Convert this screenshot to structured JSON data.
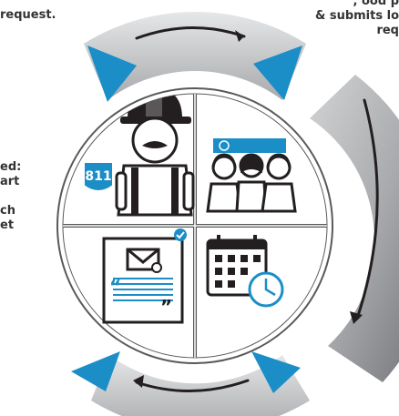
{
  "text": {
    "top_left": "request.",
    "top_right": [
      ", ood p",
      "& submits lo",
      "req"
    ],
    "left": [
      "ed:",
      "art",
      "",
      "ch",
      "et"
    ]
  },
  "badge_811": "811",
  "colors": {
    "ring_gray": "#a7a9ac",
    "ring_light": "#d1d3d4",
    "ring_dark": "#6d6e71",
    "accent_blue": "#1b8ec7",
    "icon_dark": "#231f20",
    "circle_frame": "#58595b"
  },
  "icons": [
    "construction-worker-icon",
    "call-center-agents-icon",
    "email-confirmation-icon",
    "calendar-clock-icon",
    "cycle-arrow-icon"
  ]
}
